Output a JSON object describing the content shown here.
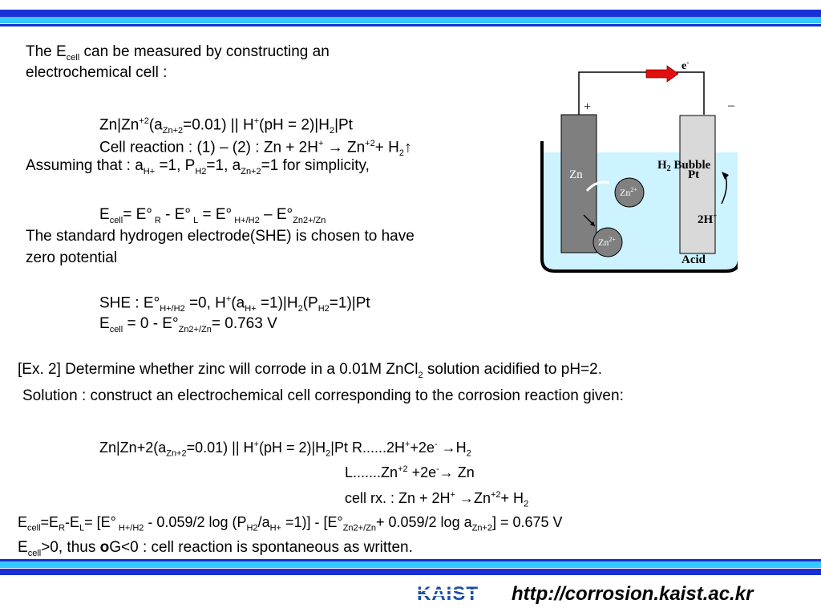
{
  "intro": {
    "line1_a": "The E",
    "line1_sub": "cell",
    "line1_b": " can be measured by constructing an",
    "line2": "electrochemical cell :"
  },
  "cell_notation": {
    "a": "Zn|Zn",
    "sup1": "+2",
    "b": "(a",
    "sub1": "Zn+2",
    "c": "=0.01) || H",
    "sup2": "+",
    "d": "(pH = 2)|H",
    "sub2": "2",
    "e": "|Pt"
  },
  "cell_reaction": {
    "a": "Cell reaction : (1) – (2) :  Zn + 2H",
    "sup1": "+",
    "arrow": " → ",
    "b": "Zn",
    "sup2": "+2",
    "c": "+ H",
    "sub": "2",
    "up": "↑"
  },
  "assuming": {
    "a": "Assuming that : a",
    "sub1": "H+",
    "b": " =1, P",
    "sub2": "H",
    "sub2b": "2",
    "c": "=1, a",
    "sub3": "Zn+2",
    "d": "=1 for simplicity,"
  },
  "ecell_eq": {
    "a": "E",
    "sub1": "cell",
    "b": "= E°",
    "sub2": " R",
    "c": " - E°",
    "sub3": " L",
    "d": " = E°",
    "sub4": " H+/H",
    "sub4b": "2",
    "e": " – E°",
    "sub5": "Zn2+/Zn"
  },
  "she_text": {
    "line1": "The standard hydrogen electrode(SHE) is chosen to have",
    "line2": "zero potential"
  },
  "she_eq": {
    "a": "SHE : E°",
    "sub1": "H+/H",
    "sub1b": "2",
    "b": " =0,       H",
    "sup1": "+",
    "c": "(a",
    "sub2": "H+",
    "d": " =1)|H",
    "sub3": "2",
    "e": "(P",
    "sub4": "H",
    "sub4b": "2",
    "f": "=1)|Pt"
  },
  "she_ecell": {
    "a": "E",
    "sub1": "cell",
    "b": " = 0 - E°",
    "sub2": "Zn2+/Zn",
    "c": "= 0.763 V"
  },
  "example": {
    "a": "[Ex. 2] Determine whether zinc will corrode in a 0.01M ZnCl",
    "sub": "2",
    "b": " solution acidified to pH=2."
  },
  "solution": "Solution : construct an electrochemical cell corresponding to the corrosion reaction given:",
  "ex_cell": {
    "a": "Zn|Zn+2(a",
    "sub1": "Zn+2",
    "b": "=0.01) || H",
    "sup1": "+",
    "c": "(pH = 2)|H",
    "sub2": "2",
    "d": "|Pt  R......2H",
    "sup2": "+",
    "e": "+2e",
    "sup3": "-",
    "f": " →H",
    "sub3": "2"
  },
  "left_rx": {
    "a": "L.......Zn",
    "sup1": "+2",
    "b": " +2e",
    "sup2": "-",
    "c": "→ Zn"
  },
  "cell_rx": {
    "a": "cell rx. : Zn + 2H",
    "sup1": "+",
    "b": " →Zn",
    "sup2": "+2",
    "c": "+ H",
    "sub1": "2"
  },
  "final_eq": {
    "a": "E",
    "sub1": "cell",
    "b": "=E",
    "sub2": "R",
    "c": "-E",
    "sub3": "L",
    "d": "= [E°",
    "sub4": " H+/H",
    "sub4b": "2",
    "e": " - 0.059/2 log (P",
    "sub5": "H",
    "sub5b": "2",
    "f": "/a",
    "sub6": "H+",
    "g": " =1)] - [E°",
    "sub7": "Zn2+/Zn",
    "h": "+ 0.059/2 log a",
    "sub8": "Zn+2",
    "i": "] = 0.675 V"
  },
  "conclusion": {
    "a": "E",
    "sub1": "cell",
    "b": ">0, thus ",
    "symbol": "o",
    "c": "G<0 : cell reaction is spontaneous as written."
  },
  "diagram": {
    "electron_label": "e",
    "electron_sup": "-",
    "plus": "+",
    "minus": "–",
    "zn_electrode": "Zn",
    "pt_electrode": "Pt",
    "bubble_label": "H",
    "bubble_sub": "2",
    "bubble_tail": " Bubble",
    "ion1": "Zn",
    "ion1_sup": "2+",
    "ion2": "Zn",
    "ion2_sup": "2+",
    "proton": "2H",
    "proton_sup": "+",
    "acid": "Acid",
    "colors": {
      "solution": "#ccf3ff",
      "zn_electrode": "#7f7f7f",
      "pt_electrode": "#d9d9d9",
      "arrow": "#e01010"
    }
  },
  "footer": {
    "logo_text": "KAIST",
    "url": "http://corrosion.kaist.ac.kr",
    "colors": {
      "band_dark": "#1a2fd6",
      "band_light": "#34c8ff"
    }
  }
}
